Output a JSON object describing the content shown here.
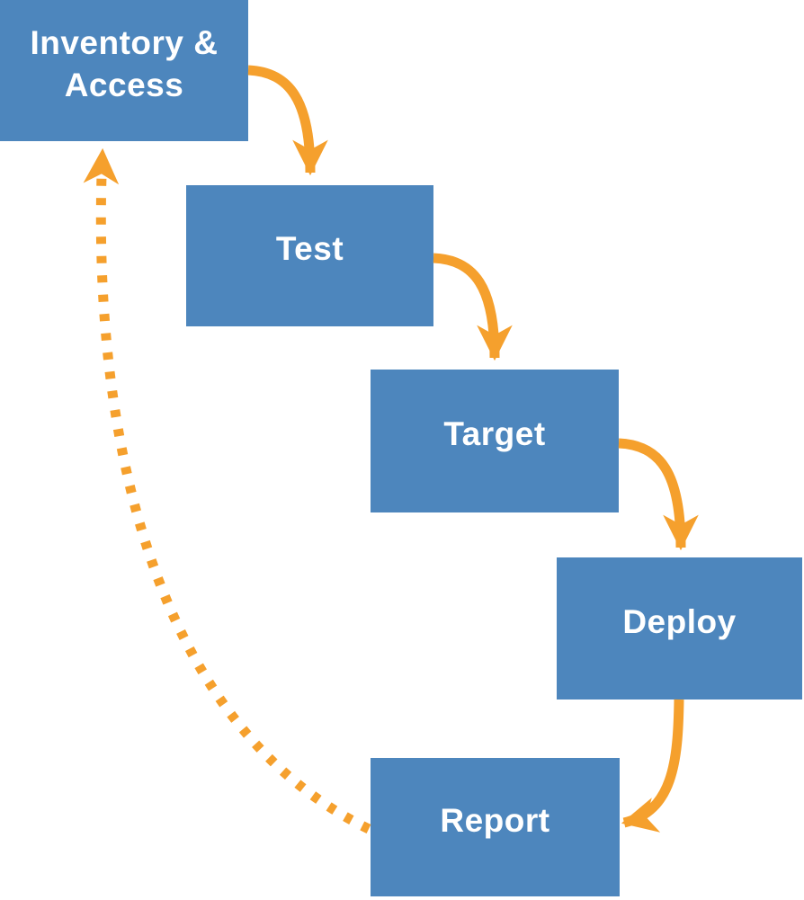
{
  "colors": {
    "box_fill": "#4d86bd",
    "arrow": "#f5a02d",
    "label_text": "#ffffff"
  },
  "diagram": {
    "title": "",
    "nodes": [
      {
        "id": "inventory",
        "label": "Inventory &\nAccess"
      },
      {
        "id": "test",
        "label": "Test"
      },
      {
        "id": "target",
        "label": "Target"
      },
      {
        "id": "deploy",
        "label": "Deploy"
      },
      {
        "id": "report",
        "label": "Report"
      }
    ],
    "edges": [
      {
        "from": "Inventory & Access",
        "to": "Test",
        "style": "solid"
      },
      {
        "from": "Test",
        "to": "Target",
        "style": "solid"
      },
      {
        "from": "Target",
        "to": "Deploy",
        "style": "solid"
      },
      {
        "from": "Deploy",
        "to": "Report",
        "style": "solid"
      },
      {
        "from": "Report",
        "to": "Inventory & Access",
        "style": "dashed"
      }
    ]
  }
}
